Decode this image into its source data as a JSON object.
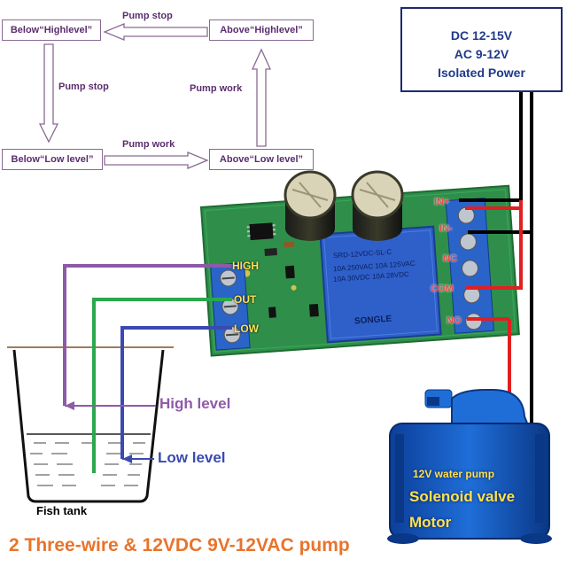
{
  "flow": {
    "box_below_high": "Below“Highlevel”",
    "box_above_high": "Above“Highlevel”",
    "box_below_low": "Below“Low level”",
    "box_above_low": "Above“Low level”",
    "arrow_top": "Pump stop",
    "arrow_left": "Pump stop",
    "arrow_bottom": "Pump work",
    "arrow_right": "Pump work"
  },
  "power": {
    "line1": "DC 12-15V",
    "line2": "AC 9-12V",
    "line3": "Isolated Power"
  },
  "board_pins": {
    "high": "HIGH",
    "out": "OUT",
    "low": "LOW"
  },
  "relay_pins": {
    "in_plus": "IN+",
    "in_minus": "IN-",
    "nc": "NC",
    "com": "COM",
    "no": "NO"
  },
  "relay": {
    "brand": "SONGLE",
    "model": "SRD-12VDC-SL-C",
    "spec1": "10A 250VAC  10A 125VAC",
    "spec2": "10A 30VDC  10A 28VDC"
  },
  "levels": {
    "high": "High level",
    "low": "Low level"
  },
  "tank_label": "Fish tank",
  "pump": {
    "line1": "12V water pump",
    "line2": "Solenoid valve",
    "line3": "Motor"
  },
  "footer": "2 Three-wire & 12VDC 9V-12VAC pump",
  "colors": {
    "high_wire": "#8e5aa8",
    "out_wire": "#2aa84a",
    "low_wire": "#3a4ab0",
    "power_red": "#e02020",
    "pcb_green": "#2f8f4a",
    "relay_blue": "#2f5fc8",
    "terminal_blue": "#2a64c8",
    "pump_blue": "#1f6ed8",
    "footer_orange": "#e8742c"
  },
  "icons": [
    "flow-arrow-icon",
    "capacitor-icon",
    "relay-icon",
    "screw-terminal-icon",
    "water-pump-icon",
    "beaker-icon"
  ]
}
